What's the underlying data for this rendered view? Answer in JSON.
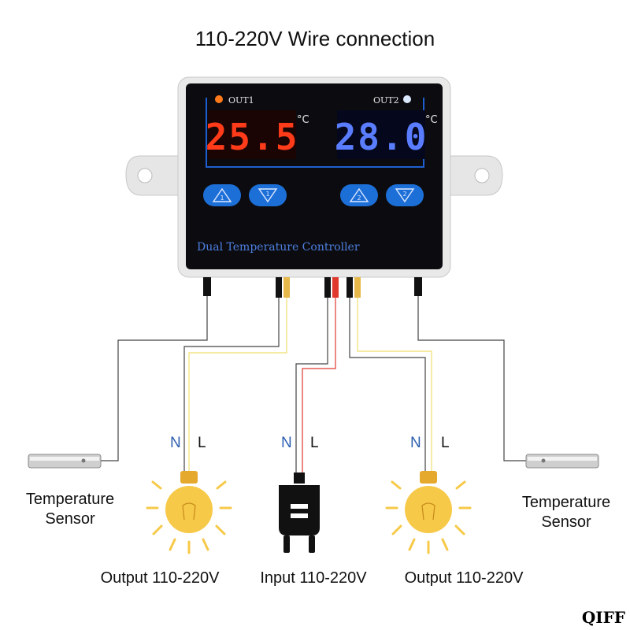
{
  "title": "110-220V Wire connection",
  "controller": {
    "out1_label": "OUT1",
    "out2_label": "OUT2",
    "display1_value": "25.5",
    "display2_value": "28.0",
    "unit": "°C",
    "button_labels": [
      "1",
      "1",
      "2",
      "2"
    ],
    "brand_text": "Dual Temperature Controller"
  },
  "wiring": {
    "left_output_terminals": [
      "N",
      "L"
    ],
    "input_terminals": [
      "N",
      "L"
    ],
    "right_output_terminals": [
      "N",
      "L"
    ]
  },
  "captions": {
    "left_sensor": "Temperature\nSensor",
    "right_sensor": "Temperature\nSensor",
    "left_output": "Output 110-220V",
    "input": "Input 110-220V",
    "right_output": "Output 110-220V"
  },
  "watermark": "QIFF",
  "colors": {
    "display1": "#ff3b1a",
    "display2": "#3f6bff",
    "panel": "#0c0c10",
    "accent_blue": "#1d5fd0",
    "live_wire": "#f1df6f",
    "input_live_wire": "#e0392e",
    "bulb": "#f7c948"
  }
}
